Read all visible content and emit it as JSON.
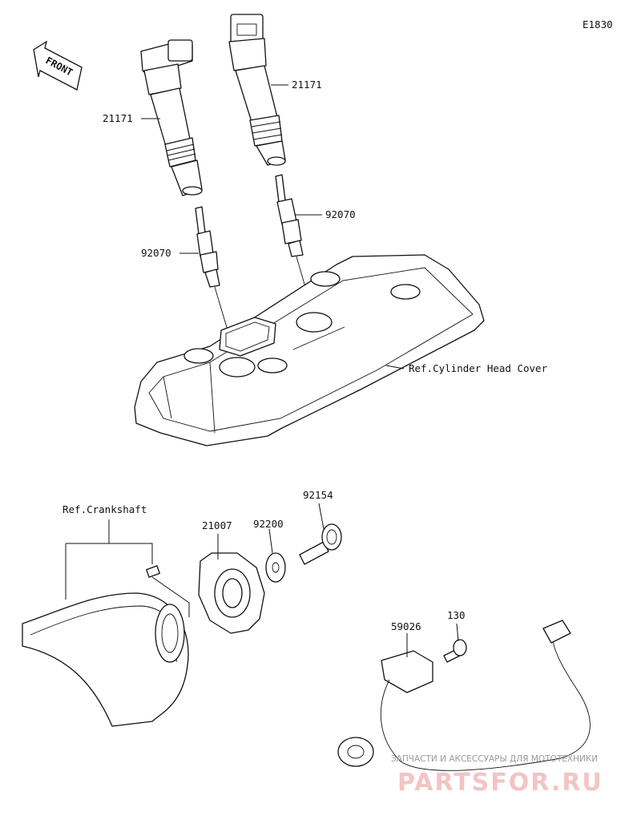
{
  "diagram_id": "E1830",
  "front_label": "FRONT",
  "labels": {
    "coil_left": "21171",
    "coil_right": "21171",
    "plug_left": "92070",
    "plug_right": "92070",
    "ref_head_cover": "Ref.Cylinder Head Cover",
    "ref_crankshaft": "Ref.Crankshaft",
    "rotor": "21007",
    "washer": "92200",
    "bolt_rotor": "92154",
    "sensor": "59026",
    "bolt_sensor": "130"
  },
  "watermark": {
    "line1": "ЗАПЧАСТИ И АКСЕССУАРЫ ДЛЯ МОТОТЕХНИКИ",
    "line2": "PARTSFOR.RU"
  }
}
